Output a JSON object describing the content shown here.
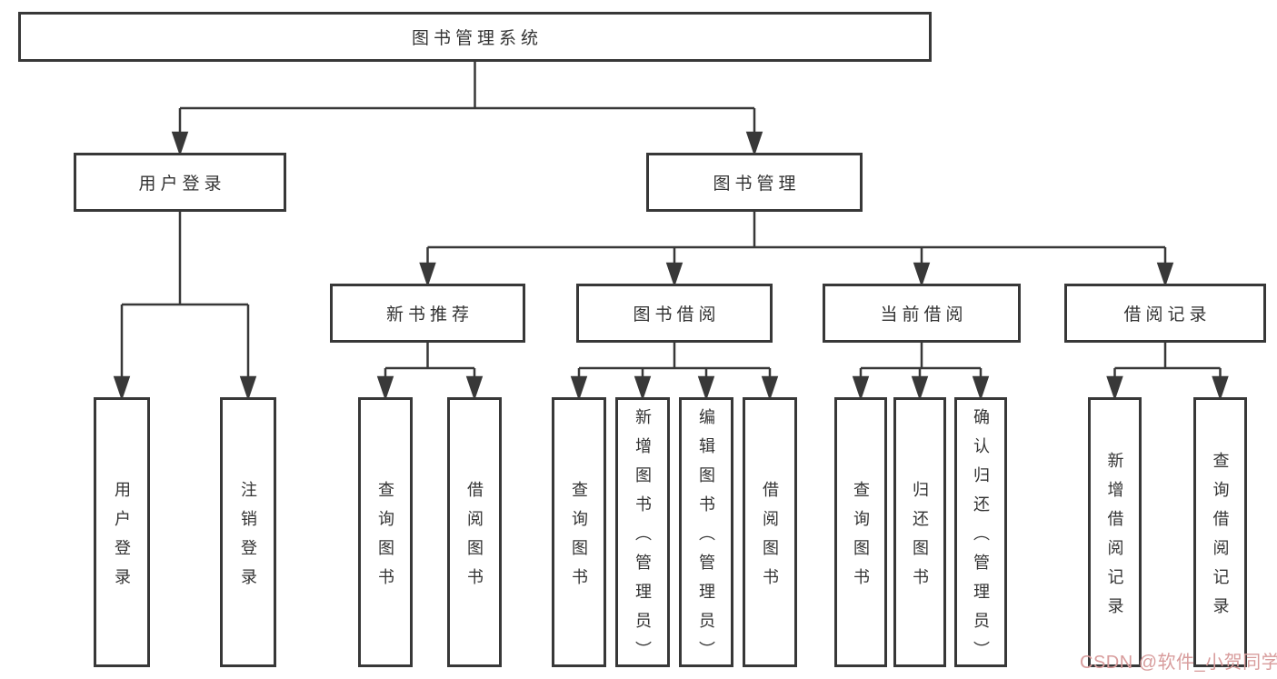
{
  "tree": {
    "root": {
      "label": "图书管理系统"
    },
    "branches": [
      {
        "label": "用户登录",
        "children": [
          {
            "label": "用户登录"
          },
          {
            "label": "注销登录"
          }
        ]
      },
      {
        "label": "图书管理",
        "children": [
          {
            "label": "新书推荐",
            "children": [
              {
                "label": "查询图书"
              },
              {
                "label": "借阅图书"
              }
            ]
          },
          {
            "label": "图书借阅",
            "children": [
              {
                "label": "查询图书"
              },
              {
                "label": "新增图书（管理员）"
              },
              {
                "label": "编辑图书（管理员）"
              },
              {
                "label": "借阅图书"
              }
            ]
          },
          {
            "label": "当前借阅",
            "children": [
              {
                "label": "查询图书"
              },
              {
                "label": "归还图书"
              },
              {
                "label": "确认归还（管理员）"
              }
            ]
          },
          {
            "label": "借阅记录",
            "children": [
              {
                "label": "新增借阅记录"
              },
              {
                "label": "查询借阅记录"
              }
            ]
          }
        ]
      }
    ]
  },
  "watermark": {
    "text": "CSDN @软件_小贺同学"
  },
  "colors": {
    "line": "#383838",
    "box_border": "#383838",
    "text": "#333333",
    "watermark": "#d89c9c",
    "background": "#ffffff"
  }
}
